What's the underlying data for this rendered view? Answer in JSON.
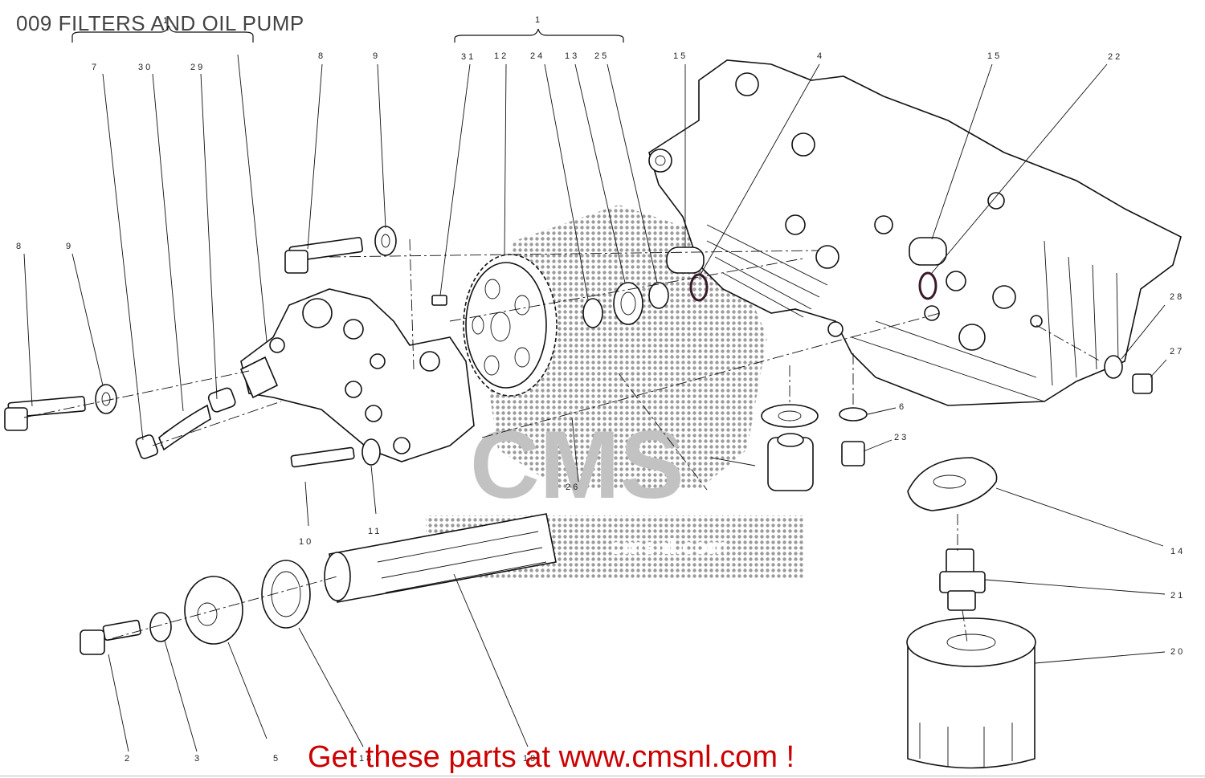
{
  "header": {
    "title": "009 FILTERS AND OIL PUMP"
  },
  "footer": {
    "promo": "Get these parts at www.cmsnl.com !"
  },
  "watermark": {
    "text": "CMS",
    "subtext": "cmsnl.com"
  },
  "callouts": [
    {
      "id": "c-1a",
      "label": "1"
    },
    {
      "id": "c-1b",
      "label": "1"
    },
    {
      "id": "c-7",
      "label": "7"
    },
    {
      "id": "c-30",
      "label": "30"
    },
    {
      "id": "c-29",
      "label": "29"
    },
    {
      "id": "c-8a",
      "label": "8"
    },
    {
      "id": "c-9a",
      "label": "9"
    },
    {
      "id": "c-31",
      "label": "31"
    },
    {
      "id": "c-12",
      "label": "12"
    },
    {
      "id": "c-24",
      "label": "24"
    },
    {
      "id": "c-13",
      "label": "13"
    },
    {
      "id": "c-25",
      "label": "25"
    },
    {
      "id": "c-15a",
      "label": "15"
    },
    {
      "id": "c-4",
      "label": "4"
    },
    {
      "id": "c-15b",
      "label": "15"
    },
    {
      "id": "c-22",
      "label": "22"
    },
    {
      "id": "c-8b",
      "label": "8"
    },
    {
      "id": "c-9b",
      "label": "9"
    },
    {
      "id": "c-28",
      "label": "28"
    },
    {
      "id": "c-27",
      "label": "27"
    },
    {
      "id": "c-6",
      "label": "6"
    },
    {
      "id": "c-23",
      "label": "23"
    },
    {
      "id": "c-26",
      "label": "26"
    },
    {
      "id": "c-10",
      "label": "10"
    },
    {
      "id": "c-11",
      "label": "11"
    },
    {
      "id": "c-14",
      "label": "14"
    },
    {
      "id": "c-21",
      "label": "21"
    },
    {
      "id": "c-20",
      "label": "20"
    },
    {
      "id": "c-2",
      "label": "2"
    },
    {
      "id": "c-3",
      "label": "3"
    },
    {
      "id": "c-5",
      "label": "5"
    },
    {
      "id": "c-18",
      "label": "18"
    },
    {
      "id": "c-19",
      "label": "19"
    }
  ]
}
